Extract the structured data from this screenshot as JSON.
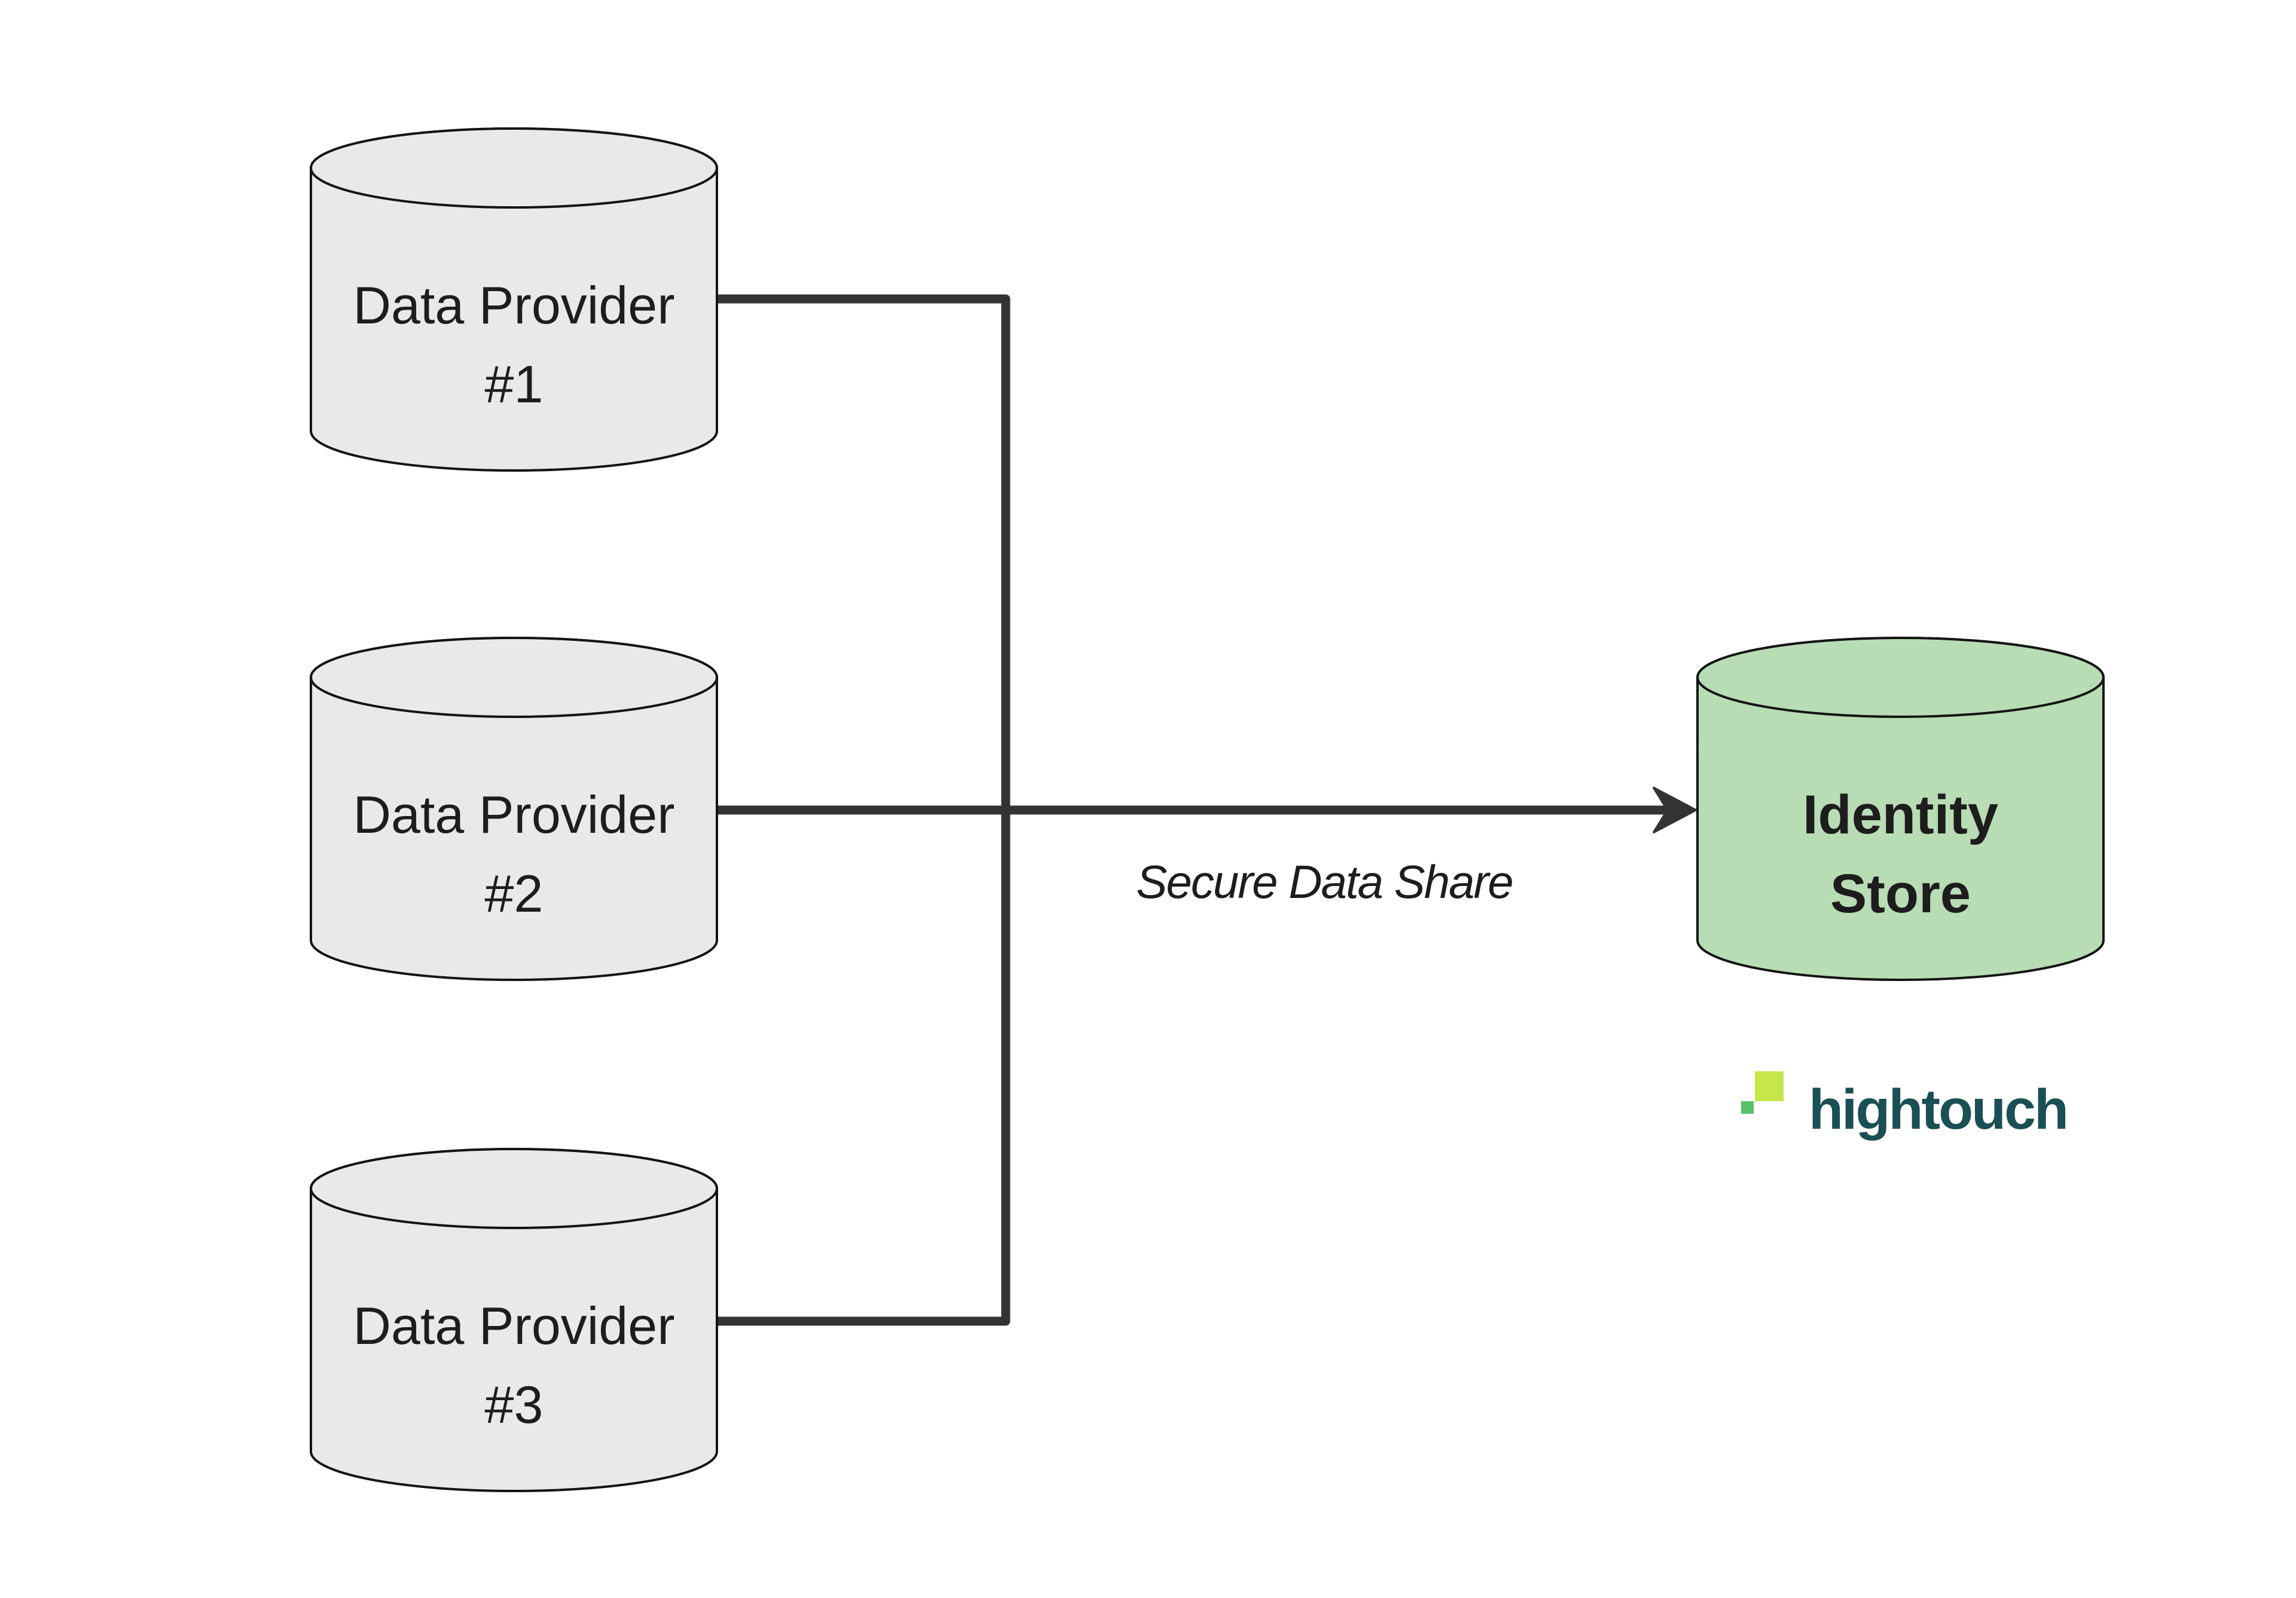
{
  "diagram": {
    "providers": [
      {
        "line1": "Data Provider",
        "line2": "#1"
      },
      {
        "line1": "Data Provider",
        "line2": "#2"
      },
      {
        "line1": "Data Provider",
        "line2": "#3"
      }
    ],
    "identity_store": {
      "line1": "Identity",
      "line2": "Store"
    },
    "edge_label": "Secure Data Share",
    "logo": {
      "wordmark": "hightouch"
    },
    "colors": {
      "background": "#ffffff",
      "provider_fill": "#e9e9e9",
      "identity_fill": "#b8dcb4",
      "node_stroke": "#141414",
      "connector": "#333333",
      "text": "#1d1d1d",
      "edge_label_text": "#1d1d1d",
      "logo_lime": "#c7e649",
      "logo_green": "#58c06c",
      "logo_wordmark": "#1a5055"
    }
  }
}
